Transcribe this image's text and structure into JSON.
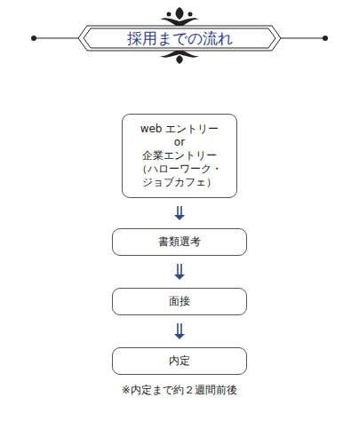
{
  "diagram": {
    "title": "採用までの流れ",
    "nodes": [
      {
        "text": [
          "web エントリー or 企業エントリー （ハローワーク・ジョブカフェ）"
        ]
      },
      {
        "text": [
          "書類選考"
        ]
      },
      {
        "text": [
          "面接"
        ]
      },
      {
        "text": [
          "内定"
        ]
      }
    ],
    "edges": [
      {
        "from": 0,
        "to": 1,
        "arrow": "to"
      },
      {
        "from": 1,
        "to": 2,
        "arrow": "to"
      },
      {
        "from": 2,
        "to": 3,
        "arrow": "to"
      }
    ],
    "labels": [
      "※内定まで約２週間前後"
    ]
  }
}
